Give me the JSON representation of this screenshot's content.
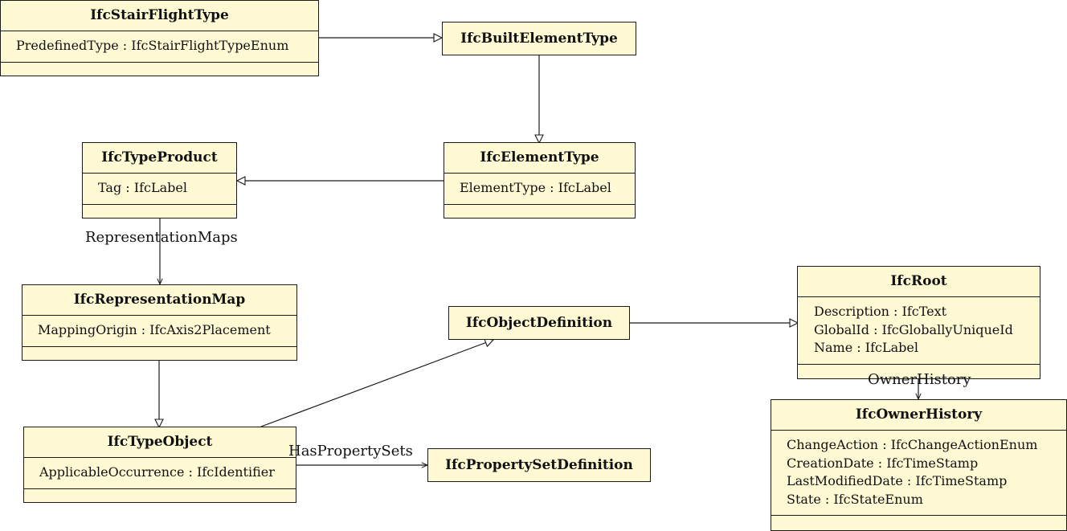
{
  "classes": {
    "stair_flight_type": {
      "name": "IfcStairFlightType",
      "attributes": [
        "PredefinedType : IfcStairFlightTypeEnum"
      ]
    },
    "built_element_type": {
      "name": "IfcBuiltElementType"
    },
    "type_product": {
      "name": "IfcTypeProduct",
      "attributes": [
        "Tag : IfcLabel"
      ]
    },
    "element_type": {
      "name": "IfcElementType",
      "attributes": [
        "ElementType : IfcLabel"
      ]
    },
    "representation_map": {
      "name": "IfcRepresentationMap",
      "attributes": [
        "MappingOrigin : IfcAxis2Placement"
      ]
    },
    "object_definition": {
      "name": "IfcObjectDefinition"
    },
    "root": {
      "name": "IfcRoot",
      "attributes": [
        "Description : IfcText",
        "GlobalId : IfcGloballyUniqueId",
        "Name : IfcLabel"
      ]
    },
    "type_object": {
      "name": "IfcTypeObject",
      "attributes": [
        "ApplicableOccurrence : IfcIdentifier"
      ]
    },
    "property_set_definition": {
      "name": "IfcPropertySetDefinition"
    },
    "owner_history": {
      "name": "IfcOwnerHistory",
      "attributes": [
        "ChangeAction : IfcChangeActionEnum",
        "CreationDate : IfcTimeStamp",
        "LastModifiedDate : IfcTimeStamp",
        "State : IfcStateEnum"
      ]
    }
  },
  "associations": {
    "representation_maps": "RepresentationMaps",
    "has_property_sets": "HasPropertySets",
    "owner_history": "OwnerHistory"
  },
  "colors": {
    "class_fill": "#fffad4",
    "border": "#1a1a1a"
  }
}
